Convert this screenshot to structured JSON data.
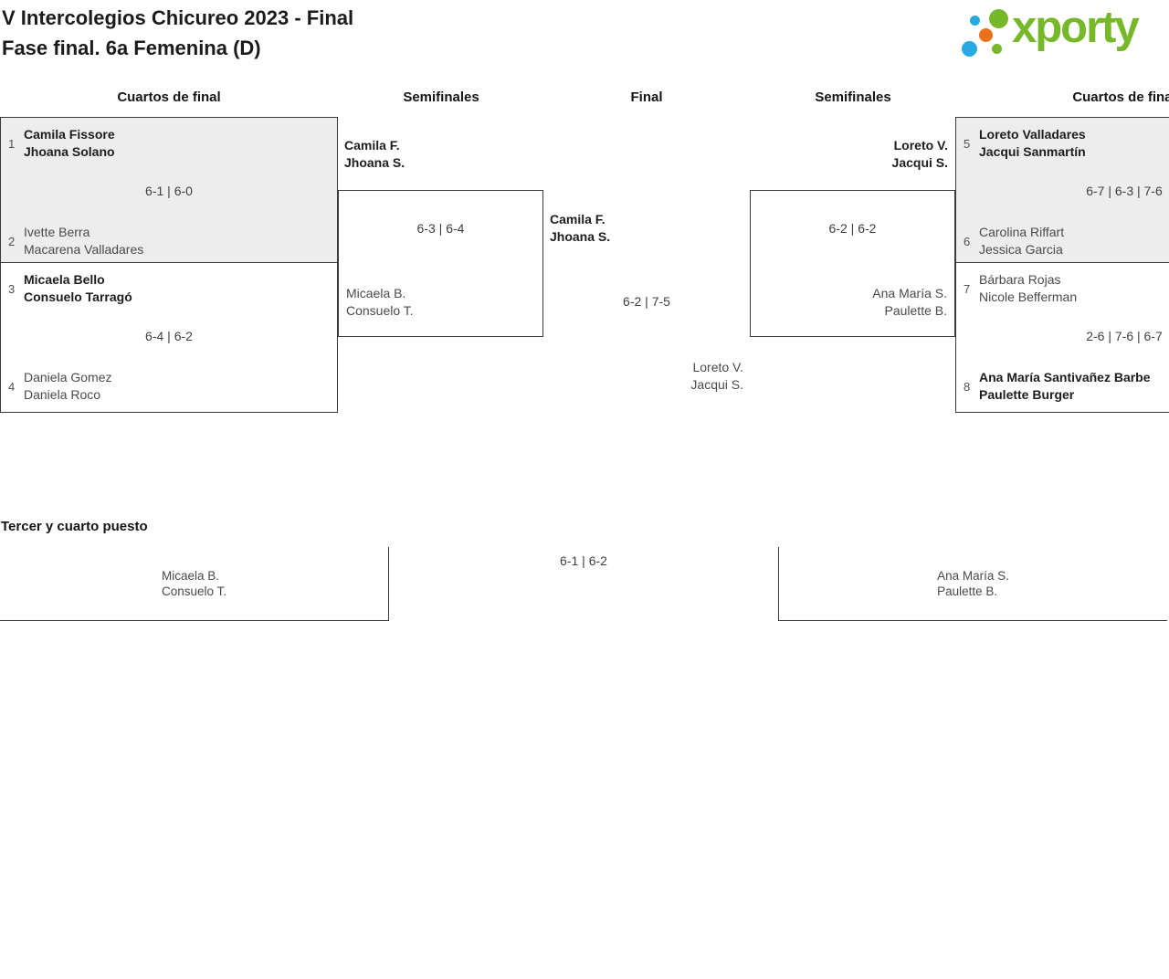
{
  "header": {
    "title_line1": "V Intercolegios Chicureo 2023 - Final",
    "title_line2": "Fase final. 6a Femenina (D)",
    "logo": {
      "text": "xporty",
      "green": "#76b82a",
      "blue": "#29a9e1",
      "orange": "#e8711a"
    }
  },
  "round_headers": [
    "Cuartos de final",
    "Semifinales",
    "Final",
    "Semifinales",
    "Cuartos de final"
  ],
  "bracket": {
    "quarter_left_top": {
      "team1": {
        "seed": "1",
        "line1": "Camila Fissore",
        "line2": "Jhoana Solano"
      },
      "score": "6-1 | 6-0",
      "team2": {
        "seed": "2",
        "line1": "Ivette Berra",
        "line2": "Macarena Valladares"
      }
    },
    "quarter_left_bottom": {
      "team1": {
        "seed": "3",
        "line1": "Micaela Bello",
        "line2": "Consuelo Tarragó"
      },
      "score": "6-4 | 6-2",
      "team2": {
        "seed": "4",
        "line1": "Daniela Gomez",
        "line2": "Daniela Roco"
      }
    },
    "semi_left": {
      "winner": {
        "line1": "Camila F.",
        "line2": "Jhoana S."
      },
      "score": "6-3 | 6-4",
      "loser": {
        "line1": "Micaela B.",
        "line2": "Consuelo T."
      }
    },
    "final": {
      "winner": {
        "line1": "Camila F.",
        "line2": "Jhoana S."
      },
      "score": "6-2 | 7-5",
      "loser": {
        "line1": "Loreto V.",
        "line2": "Jacqui S."
      }
    },
    "semi_right": {
      "winner": {
        "line1": "Loreto V.",
        "line2": "Jacqui S."
      },
      "score": "6-2 | 6-2",
      "loser": {
        "line1": "Ana María S.",
        "line2": "Paulette B."
      }
    },
    "quarter_right_top": {
      "team1": {
        "seed": "5",
        "line1": "Loreto Valladares",
        "line2": "Jacqui Sanmartín"
      },
      "score": "6-7 | 6-3 | 7-6",
      "team2": {
        "seed": "6",
        "line1": "Carolina Riffart",
        "line2": "Jessica Garcia"
      }
    },
    "quarter_right_bottom": {
      "team1": {
        "seed": "7",
        "line1": "Bárbara Rojas",
        "line2": "Nicole Befferman"
      },
      "score": "2-6 | 7-6 | 6-7",
      "team2": {
        "seed": "8",
        "line1": "Ana María Santivañez Barbe",
        "line2": "Paulette Burger"
      }
    }
  },
  "third_place": {
    "heading": "Tercer y cuarto puesto",
    "left_team": {
      "line1": "Micaela B.",
      "line2": "Consuelo T."
    },
    "score": "6-1 | 6-2",
    "right_team": {
      "line1": "Ana María S.",
      "line2": "Paulette B."
    }
  }
}
